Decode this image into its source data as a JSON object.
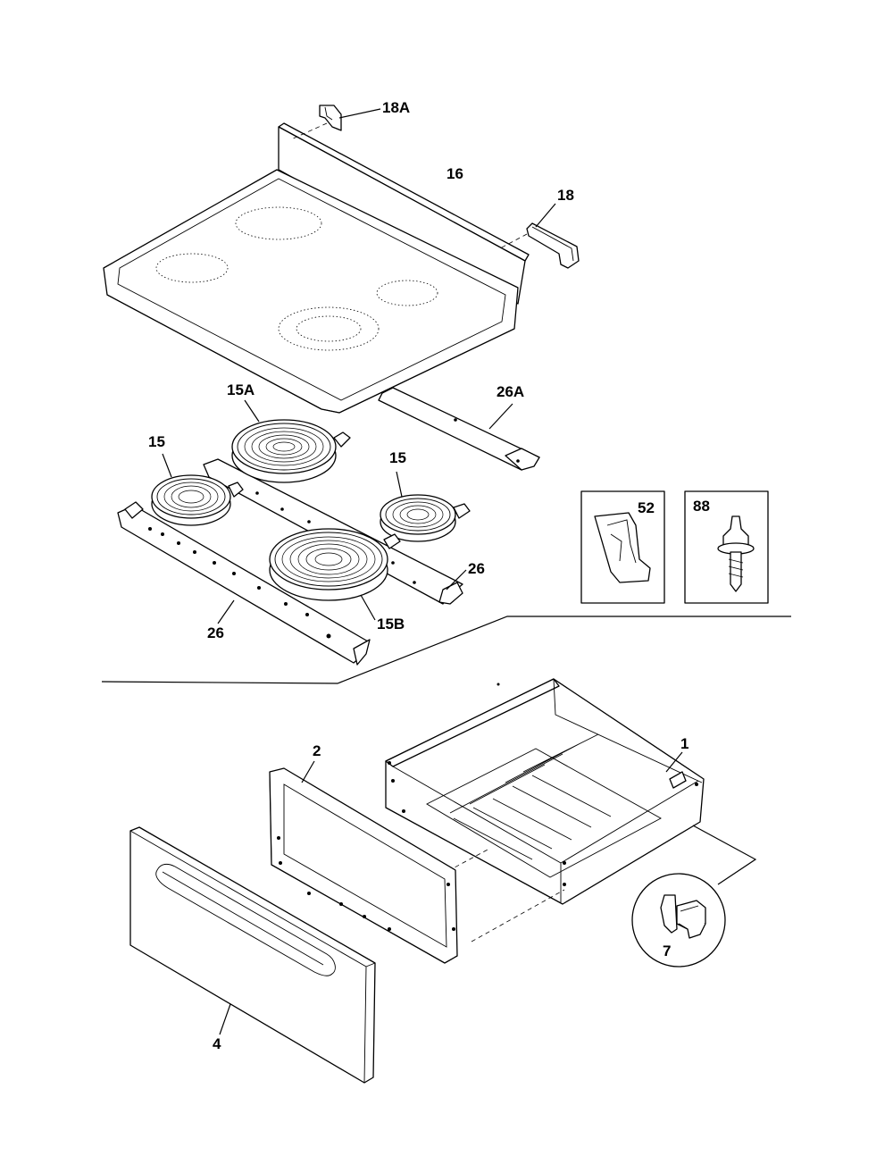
{
  "callouts": {
    "p18A": "18A",
    "p16": "16",
    "p18": "18",
    "p15A": "15A",
    "p26A": "26A",
    "p15_left": "15",
    "p15_right": "15",
    "p52": "52",
    "p88": "88",
    "p26_right": "26",
    "p26_left": "26",
    "p15B": "15B",
    "p1": "1",
    "p2": "2",
    "p7": "7",
    "p4": "4"
  },
  "colors": {
    "line": "#000000",
    "background": "#ffffff"
  }
}
